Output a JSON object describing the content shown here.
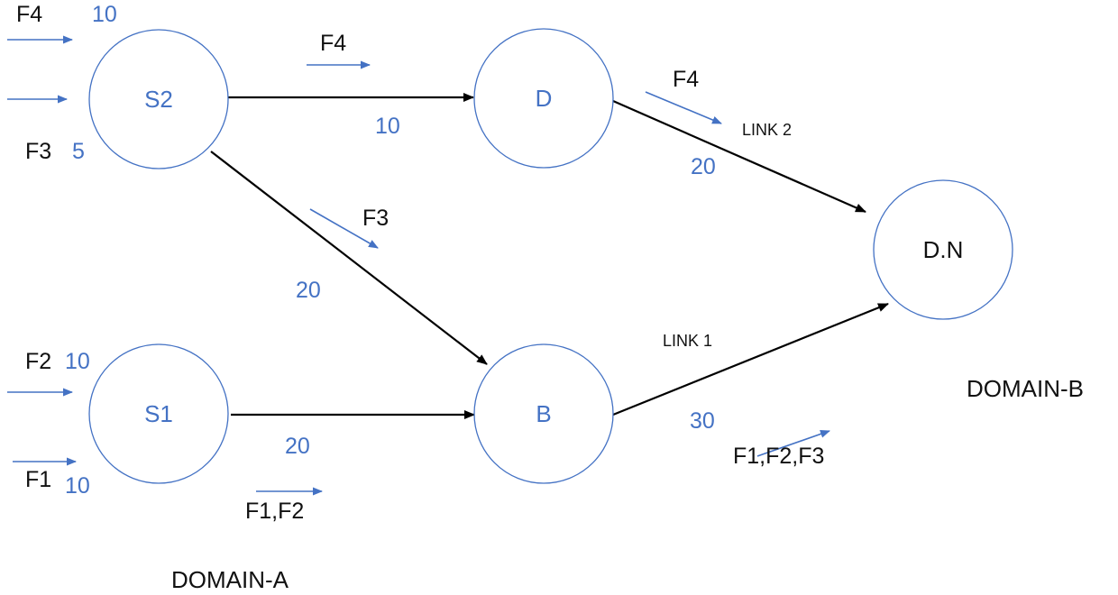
{
  "nodes": {
    "s2": "S2",
    "s1": "S1",
    "d": "D",
    "b": "B",
    "dn": "D.N"
  },
  "inputs": {
    "f4": "F4",
    "f4_rate": "10",
    "f3": "F3",
    "f3_rate": "5",
    "f2": "F2",
    "f2_rate": "10",
    "f1": "F1",
    "f1_rate": "10"
  },
  "edges": {
    "s2_d": {
      "flows": "F4",
      "capacity": "10"
    },
    "s2_b": {
      "flows": "F3",
      "capacity": "20"
    },
    "s1_b": {
      "flows": "F1,F2",
      "capacity": "20"
    },
    "d_dn": {
      "flows": "F4",
      "capacity": "20",
      "link": "LINK 2"
    },
    "b_dn": {
      "flows": "F1,F2,F3",
      "capacity": "30",
      "link": "LINK 1"
    }
  },
  "domains": {
    "a": "DOMAIN-A",
    "b": "DOMAIN-B"
  },
  "colors": {
    "accent": "#4472c4",
    "edge": "#000000",
    "text": "#111111"
  }
}
